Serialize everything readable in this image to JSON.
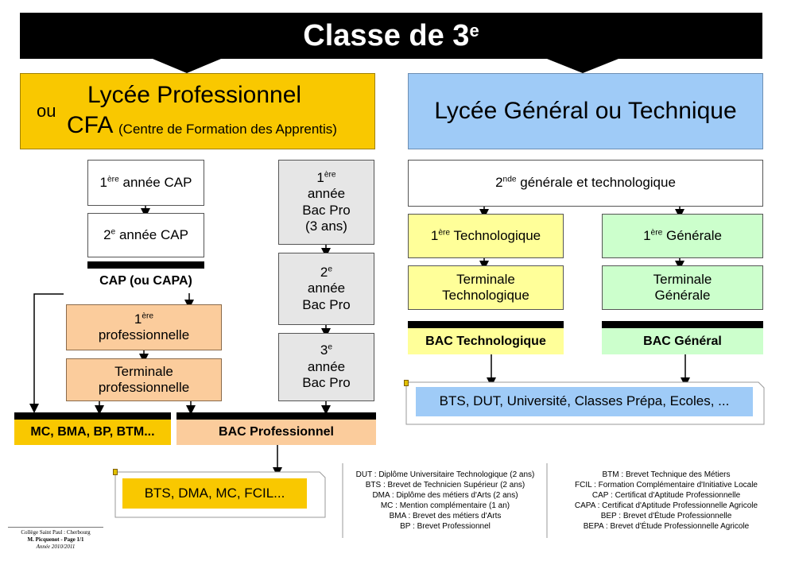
{
  "title": {
    "main": "Classe de 3",
    "sup": "e"
  },
  "left_header": {
    "ou": "ou",
    "line1": "Lycée Professionnel",
    "cfa": "CFA",
    "cfa_detail": "(Centre de Formation des Apprentis)"
  },
  "right_header": "Lycée Général ou Technique",
  "cap": {
    "first_num": "1",
    "first_sup": "ère",
    "first_text": "année CAP",
    "second_num": "2",
    "second_sup": "e",
    "second_text": "année CAP",
    "result": "CAP (ou CAPA)"
  },
  "pro_track": {
    "first_num": "1",
    "first_sup": "ère",
    "first_text": "professionnelle",
    "terminal": "Terminale professionnelle"
  },
  "bac_pro_3": {
    "y1_num": "1",
    "y1_sup": "ère",
    "y1_l1": "année",
    "y1_l2": "Bac Pro",
    "y1_l3": "(3 ans)",
    "y2_num": "2",
    "y2_sup": "e",
    "y2_l1": "année",
    "y2_l2": "Bac Pro",
    "y3_num": "3",
    "y3_sup": "e",
    "y3_l1": "année",
    "y3_l2": "Bac Pro"
  },
  "outputs_left": {
    "mc": "MC, BMA, BP, BTM...",
    "bac_pro": "BAC Professionnel",
    "higher": "BTS, DMA, MC, FCIL..."
  },
  "general": {
    "seconde_num": "2",
    "seconde_sup": "nde",
    "seconde_text": "générale et technologique",
    "tech_first_num": "1",
    "tech_first_sup": "ère",
    "tech_first_text": "Technologique",
    "tech_terminal": "Terminale Technologique",
    "tech_bac": "BAC Technologique",
    "gen_first_num": "1",
    "gen_first_sup": "ère",
    "gen_first_text": "Générale",
    "gen_terminal": "Terminale Générale",
    "gen_bac": "BAC Général",
    "higher": "BTS, DUT, Université, Classes Prépa, Ecoles, ..."
  },
  "glossary_left": [
    "DUT : Diplôme Universitaire Technologique (2 ans)",
    "BTS : Brevet de Technicien Supérieur (2 ans)",
    "DMA : Diplôme des métiers d'Arts (2 ans)",
    "MC : Mention complémentaire (1 an)",
    "BMA : Brevet des métiers d'Arts",
    "BP : Brevet Professionnel"
  ],
  "glossary_right": [
    "BTM : Brevet Technique des Métiers",
    "FCIL : Formation Complémentaire d'Initiative Locale",
    "CAP : Certificat d'Aptitude Professionnelle",
    "CAPA : Certificat d'Aptitude Professionnelle Agricole",
    "BEP : Brevet d'Étude Professionnelle",
    "BEPA : Brevet d'Étude Professionnelle Agricole"
  ],
  "footer": {
    "school": "Collège Saint Paul : Cherbourg",
    "author": "M. Picquenot - Page 1/1",
    "year": "Année 2010/2011"
  },
  "colors": {
    "yellow": "#f9c800",
    "blue": "#9fcbf7",
    "grey": "#e6e6e6",
    "peach": "#fbcc9c",
    "pale_yellow": "#ffff99",
    "pale_green": "#ccffcc"
  }
}
